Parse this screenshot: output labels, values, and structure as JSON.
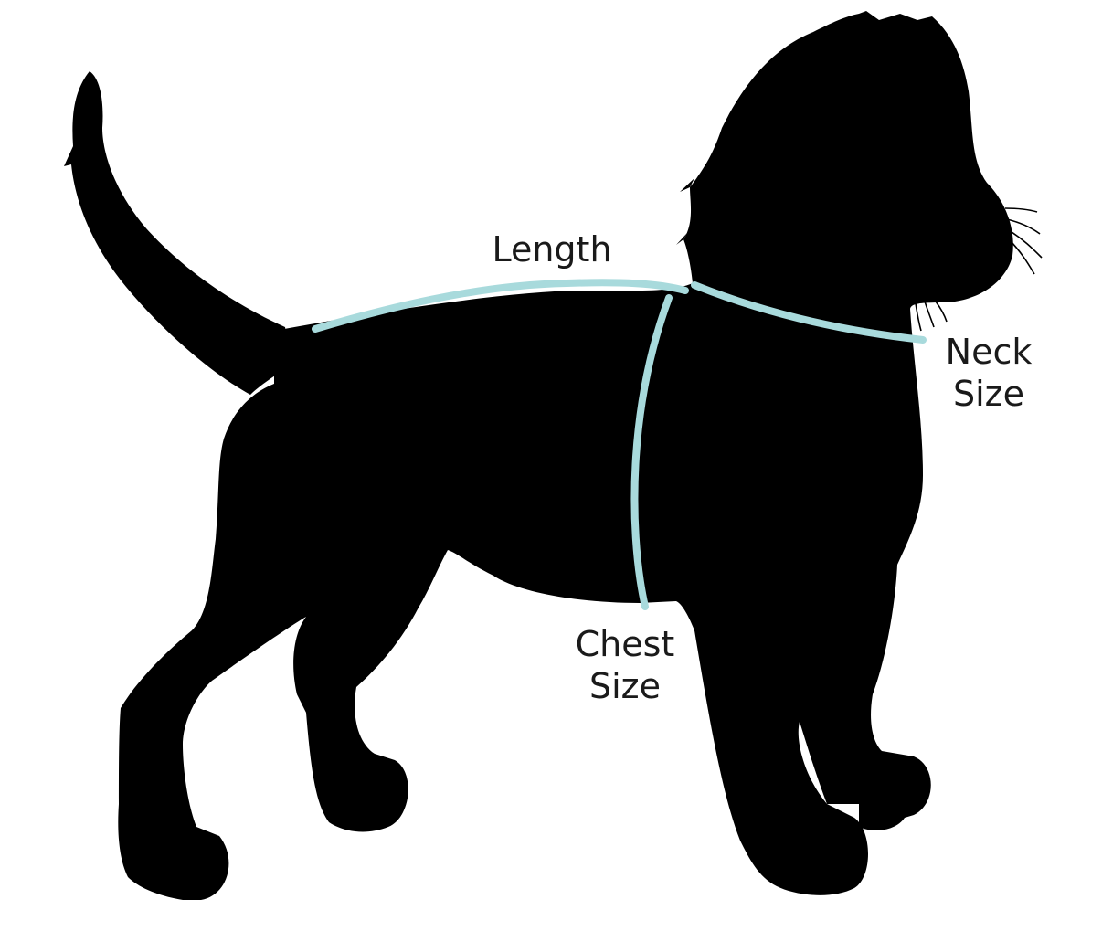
{
  "colors": {
    "silhouette": "#000000",
    "measure_line": "#a8dadc",
    "text": "#1a1a1a",
    "background": "#ffffff"
  },
  "labels": {
    "length": "Length",
    "neck_line1": "Neck",
    "neck_line2": "Size",
    "chest_line1": "Chest",
    "chest_line2": "Size"
  }
}
